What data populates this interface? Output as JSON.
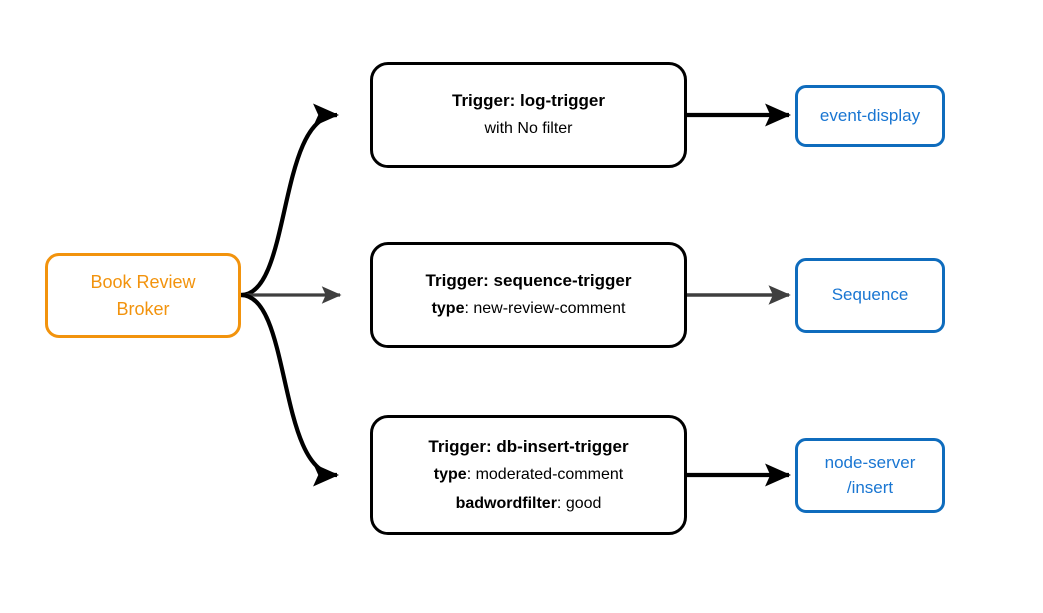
{
  "diagram": {
    "type": "event-broker-trigger-flow",
    "colors": {
      "broker_accent": "#f2930d",
      "target_accent": "#0f6cbd",
      "target_text": "#1976d2",
      "edge_black": "#000000",
      "edge_gray": "#3f3f3f",
      "node_text": "#000000",
      "background": "#ffffff"
    },
    "broker": {
      "line1": "Book Review",
      "line2": "Broker"
    },
    "rows": [
      {
        "trigger": {
          "title": "Trigger: log-trigger",
          "detail_key": "",
          "detail_sep": "",
          "detail_value": "with No filter",
          "line3_key": "",
          "line3_sep": "",
          "line3_value": ""
        },
        "target": {
          "line1": "event-display",
          "line2": ""
        },
        "edge_color": "#000000"
      },
      {
        "trigger": {
          "title": "Trigger: sequence-trigger",
          "detail_key": "type",
          "detail_sep": ": ",
          "detail_value": "new-review-comment",
          "line3_key": "",
          "line3_sep": "",
          "line3_value": ""
        },
        "target": {
          "line1": "Sequence",
          "line2": ""
        },
        "edge_color": "#3f3f3f"
      },
      {
        "trigger": {
          "title": "Trigger: db-insert-trigger",
          "detail_key": "type",
          "detail_sep": ": ",
          "detail_value": "moderated-comment",
          "line3_key": "badwordfilter",
          "line3_sep": ": ",
          "line3_value": "good"
        },
        "target": {
          "line1": "node-server",
          "line2": "/insert"
        },
        "edge_color": "#000000"
      }
    ]
  }
}
